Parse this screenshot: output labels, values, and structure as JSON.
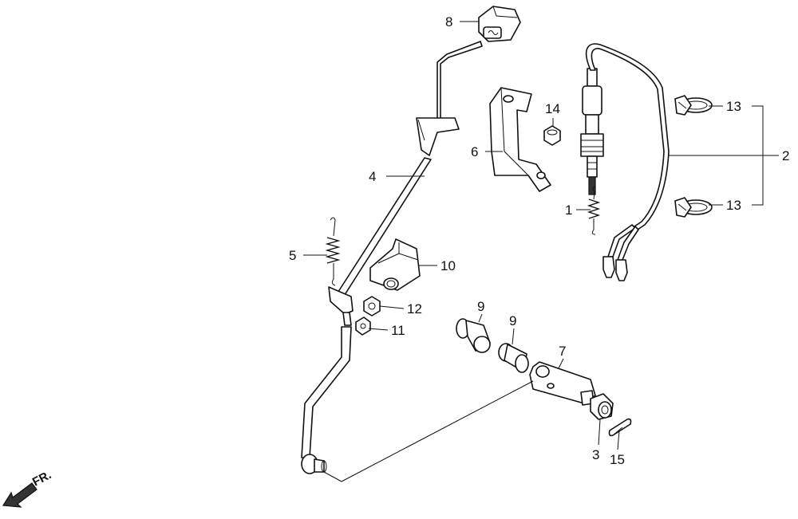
{
  "callouts": {
    "c1": "1",
    "c2": "2",
    "c3": "3",
    "c4": "4",
    "c5": "5",
    "c6": "6",
    "c7": "7",
    "c8": "8",
    "c9a": "9",
    "c9b": "9",
    "c10": "10",
    "c11": "11",
    "c12": "12",
    "c13a": "13",
    "c13b": "13",
    "c14": "14",
    "c15": "15"
  },
  "direction": {
    "label": "FR."
  }
}
